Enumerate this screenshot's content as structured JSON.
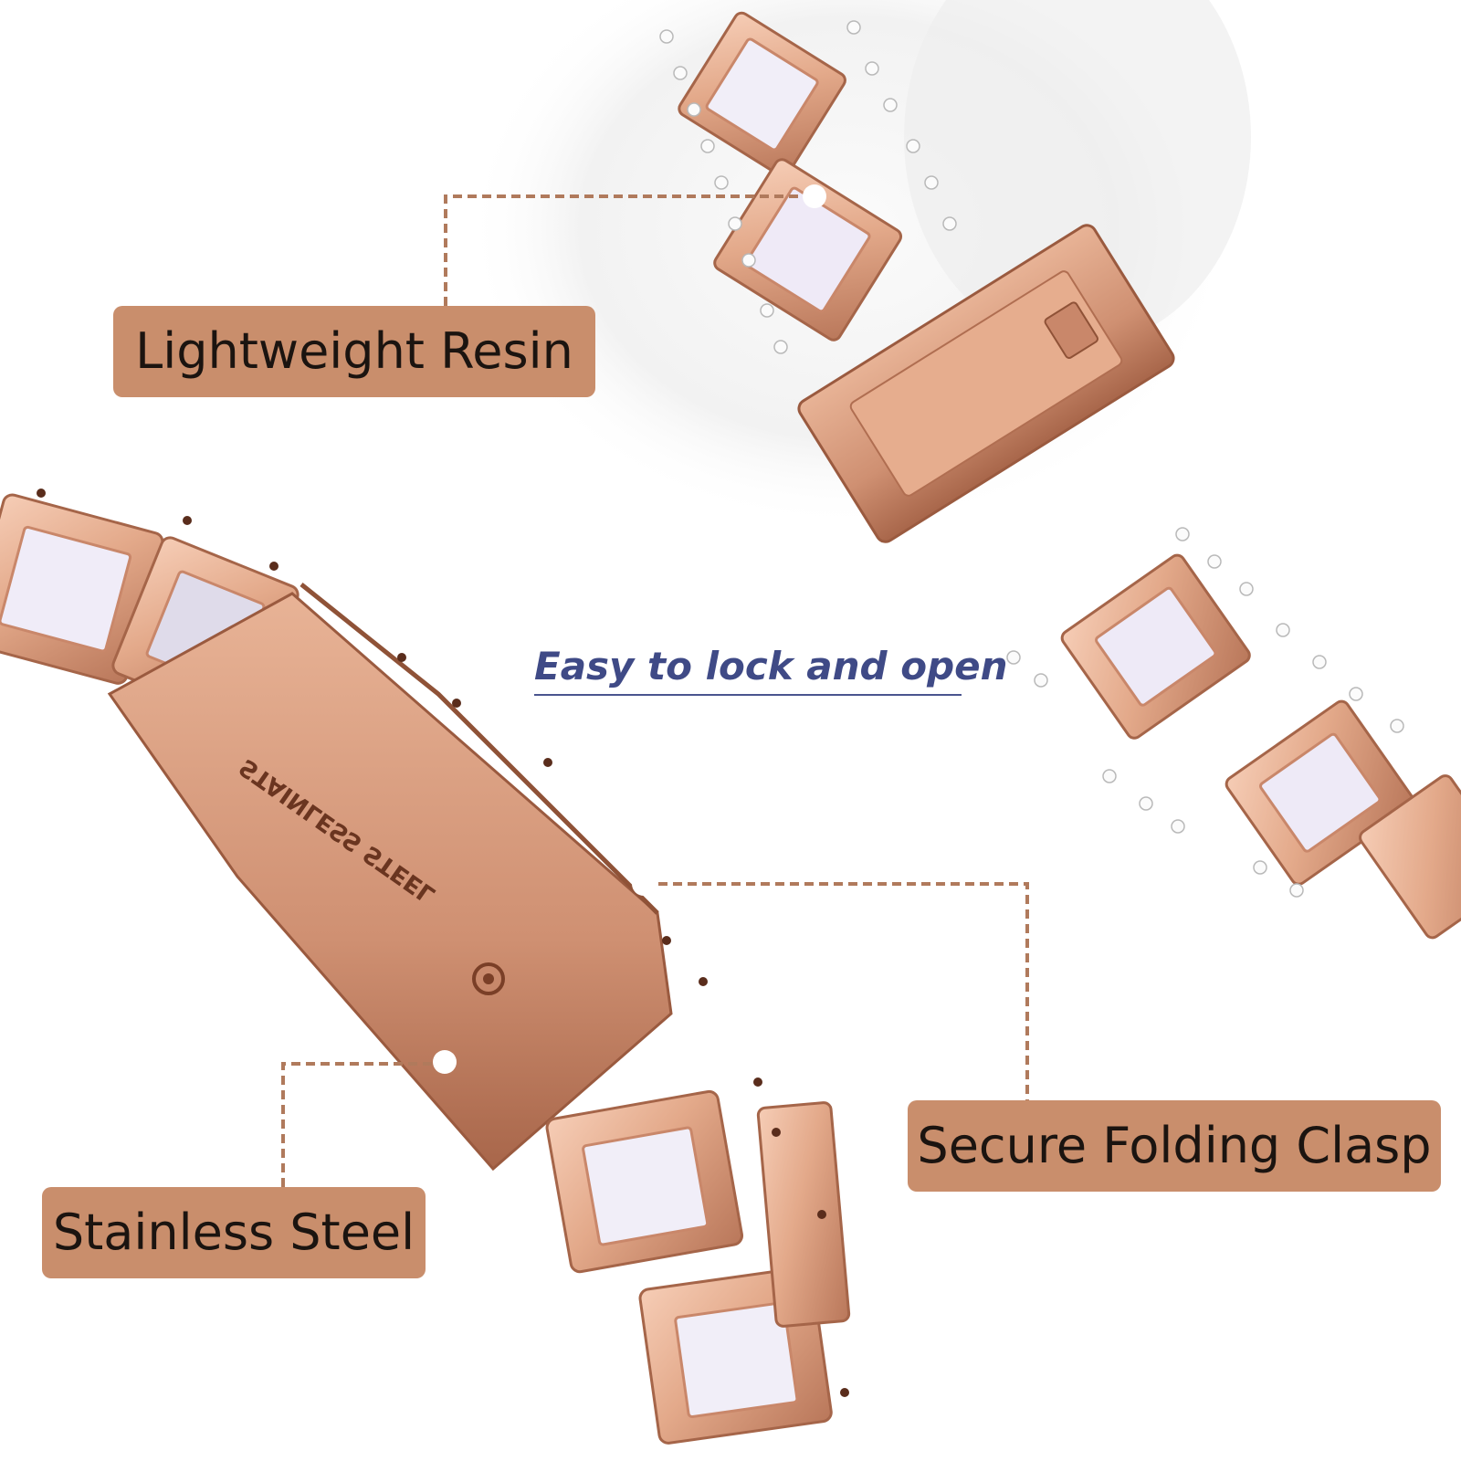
{
  "labels": {
    "resin": "Lightweight Resin",
    "steel": "Stainless Steel",
    "clasp": "Secure Folding Clasp"
  },
  "caption": "Easy to lock and open",
  "engraving": "STAINLESS STEEL",
  "colors": {
    "label_bg": "#c98e6c",
    "leader_line": "#b07a5c",
    "rose_gold": "#e3a98a",
    "resin_white": "#f1eef8",
    "caption_text": "#3f4a86"
  }
}
